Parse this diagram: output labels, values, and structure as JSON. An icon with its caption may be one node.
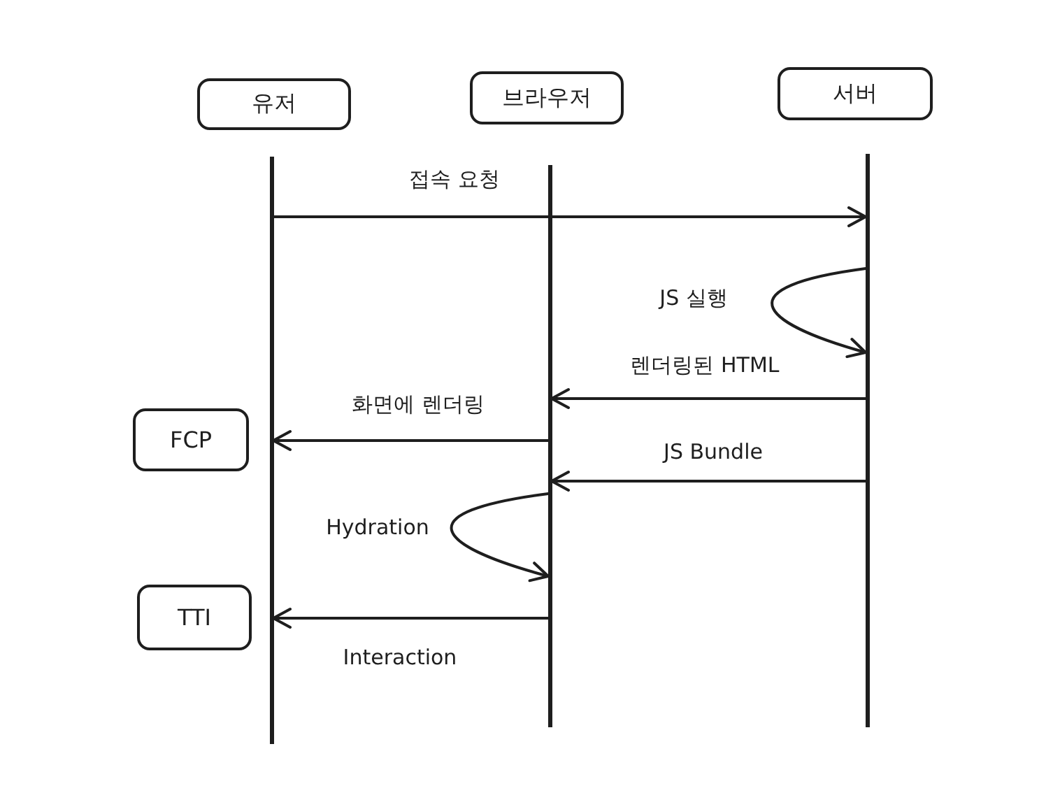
{
  "diagram": {
    "nodes": [
      {
        "text": [
          "유저"
        ]
      },
      {
        "text": [
          "브라우저"
        ]
      },
      {
        "text": [
          "서버"
        ]
      },
      {
        "text": [],
        "shape": "line"
      },
      {
        "text": [],
        "shape": "line"
      },
      {
        "text": [],
        "shape": "line"
      },
      {
        "text": [
          "FCP"
        ]
      },
      {
        "text": [
          "TTI"
        ]
      }
    ],
    "edges": [
      {
        "from": 3,
        "to": 5,
        "arrow": "to",
        "label": "접속 요청"
      },
      {
        "from": 5,
        "to": 5,
        "arrow": "to",
        "label": "JS 실행"
      },
      {
        "from": 5,
        "to": 4,
        "arrow": "to",
        "label": "렌더링된 HTML"
      },
      {
        "from": 4,
        "to": 3,
        "arrow": "to",
        "label": "화면에 렌더링"
      },
      {
        "from": 5,
        "to": 4,
        "arrow": "to",
        "label": "JS Bundle"
      },
      {
        "from": 4,
        "to": 4,
        "arrow": "to",
        "label": "Hydration"
      },
      {
        "from": 4,
        "to": 3,
        "arrow": "to",
        "label": "Interaction"
      }
    ]
  }
}
